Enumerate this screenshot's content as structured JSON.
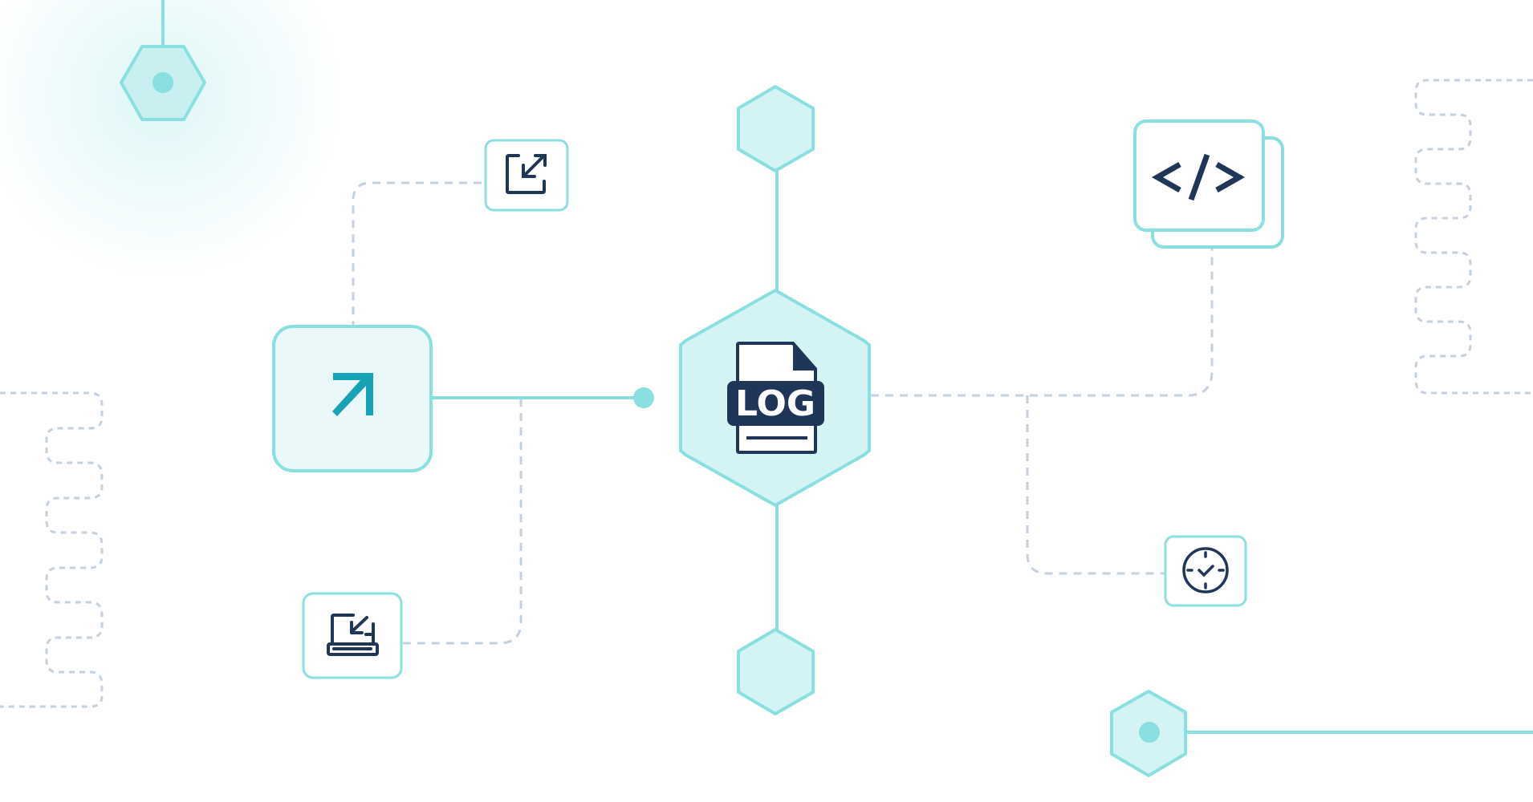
{
  "center_node": {
    "badge_text": "LOG",
    "icon": "log-file-icon"
  },
  "nodes": [
    {
      "id": "export",
      "icon": "arrow-up-right-icon"
    },
    {
      "id": "import-top",
      "icon": "import-arrow-icon"
    },
    {
      "id": "import-tray",
      "icon": "tray-import-icon"
    },
    {
      "id": "code",
      "icon": "code-brackets-icon"
    },
    {
      "id": "timer",
      "icon": "clock-check-icon"
    }
  ],
  "colors": {
    "accent": "#8ADFE0",
    "node_fill": "#D3F3F4",
    "node_fill_light": "#EAF8F9",
    "dashed": "#C6D1E0",
    "icon_dark": "#1F3658",
    "arrow_teal": "#15A3B5",
    "background": "#FFFFFF"
  }
}
